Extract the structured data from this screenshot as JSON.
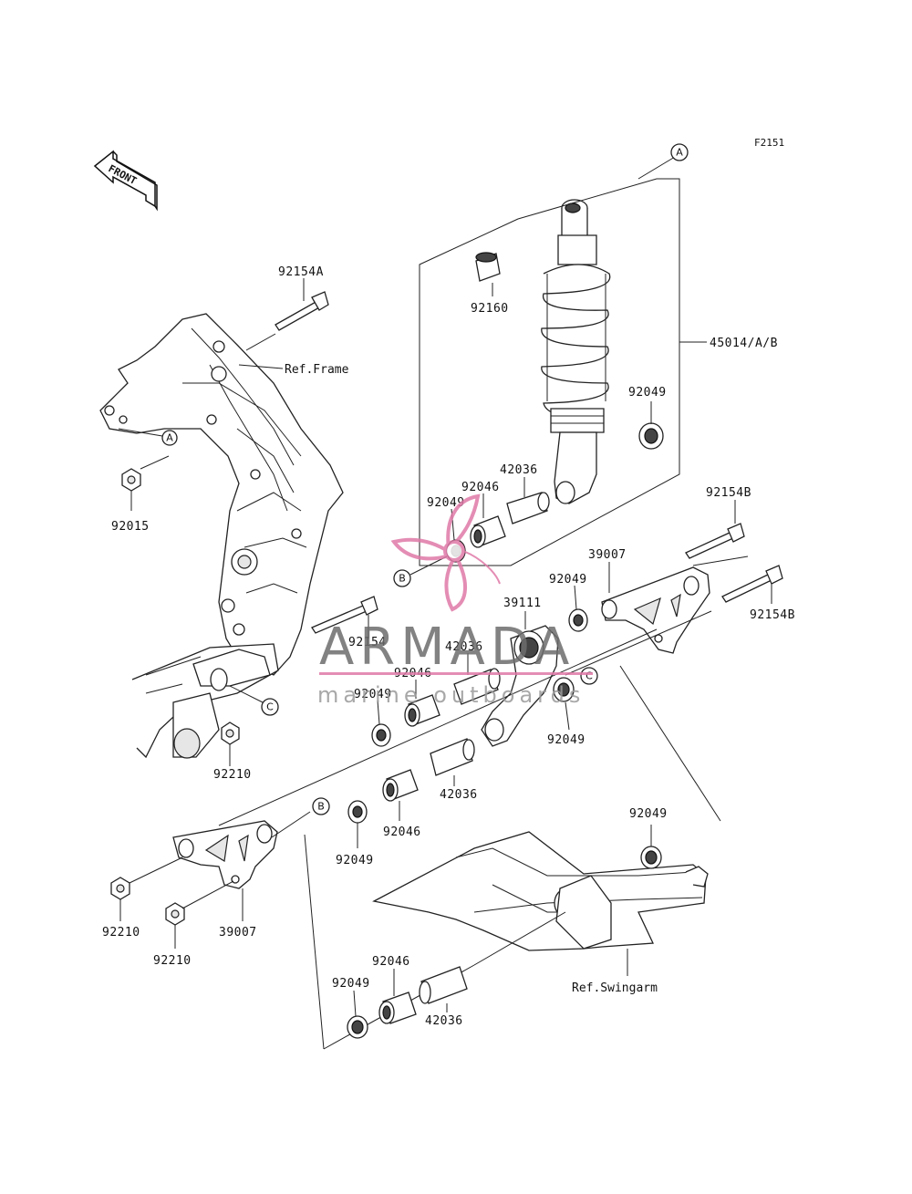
{
  "diagram": {
    "figure_code": "F2151",
    "front_label": "FRONT",
    "ref_labels": {
      "frame": "Ref.Frame",
      "swingarm": "Ref.Swingarm"
    },
    "callouts": {
      "a": "A",
      "b": "B",
      "c": "C"
    },
    "parts": {
      "p_92154A": "92154A",
      "p_92160": "92160",
      "p_45014": "45014/A/B",
      "p_92049_shock": "92049",
      "p_42036_shock": "42036",
      "p_92046_shock": "92046",
      "p_92049_left": "92049",
      "p_92015": "92015",
      "p_92154B_top": "92154B",
      "p_39007_top": "39007",
      "p_92049_top": "92049",
      "p_92154B_right": "92154B",
      "p_39111": "39111",
      "p_92154": "92154",
      "p_42036_mid": "42036",
      "p_92046_mid": "92046",
      "p_92049_mid": "92049",
      "p_92049_rightmid": "92049",
      "p_92210_left": "92210",
      "p_42036_low": "42036",
      "p_92046_low": "92046",
      "p_92049_low": "92049",
      "p_92049_swing": "92049",
      "p_92210_a": "92210",
      "p_92210_b": "92210",
      "p_39007_low": "39007",
      "p_92046_bottom": "92046",
      "p_92049_bottom": "92049",
      "p_42036_bottom": "42036"
    }
  },
  "watermark": {
    "brand": "ARMADA",
    "tagline": "marine outboards",
    "colors": {
      "logo": "#e07aa8",
      "text": "#6d6d6d"
    }
  }
}
